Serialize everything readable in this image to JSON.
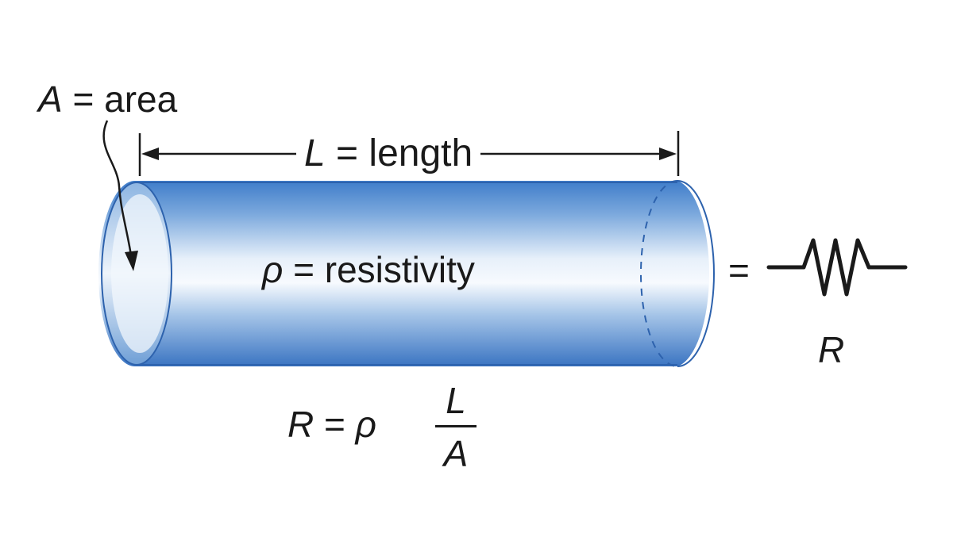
{
  "labels": {
    "area_symbol": "A",
    "area_text": "= area",
    "length_symbol": "L",
    "length_text": "= length",
    "rho_symbol": "ρ",
    "rho_text": "= resistivity",
    "equals": "=",
    "resistor_symbol": "R"
  },
  "formula": {
    "lhs": "R",
    "equals": "=",
    "rho": "ρ",
    "numerator": "L",
    "denominator": "A"
  },
  "colors": {
    "cylinder_dark": "#3d78c6",
    "cylinder_light": "#f4f8fd",
    "outline": "#2d62ad",
    "ink": "#1a1a1a"
  }
}
